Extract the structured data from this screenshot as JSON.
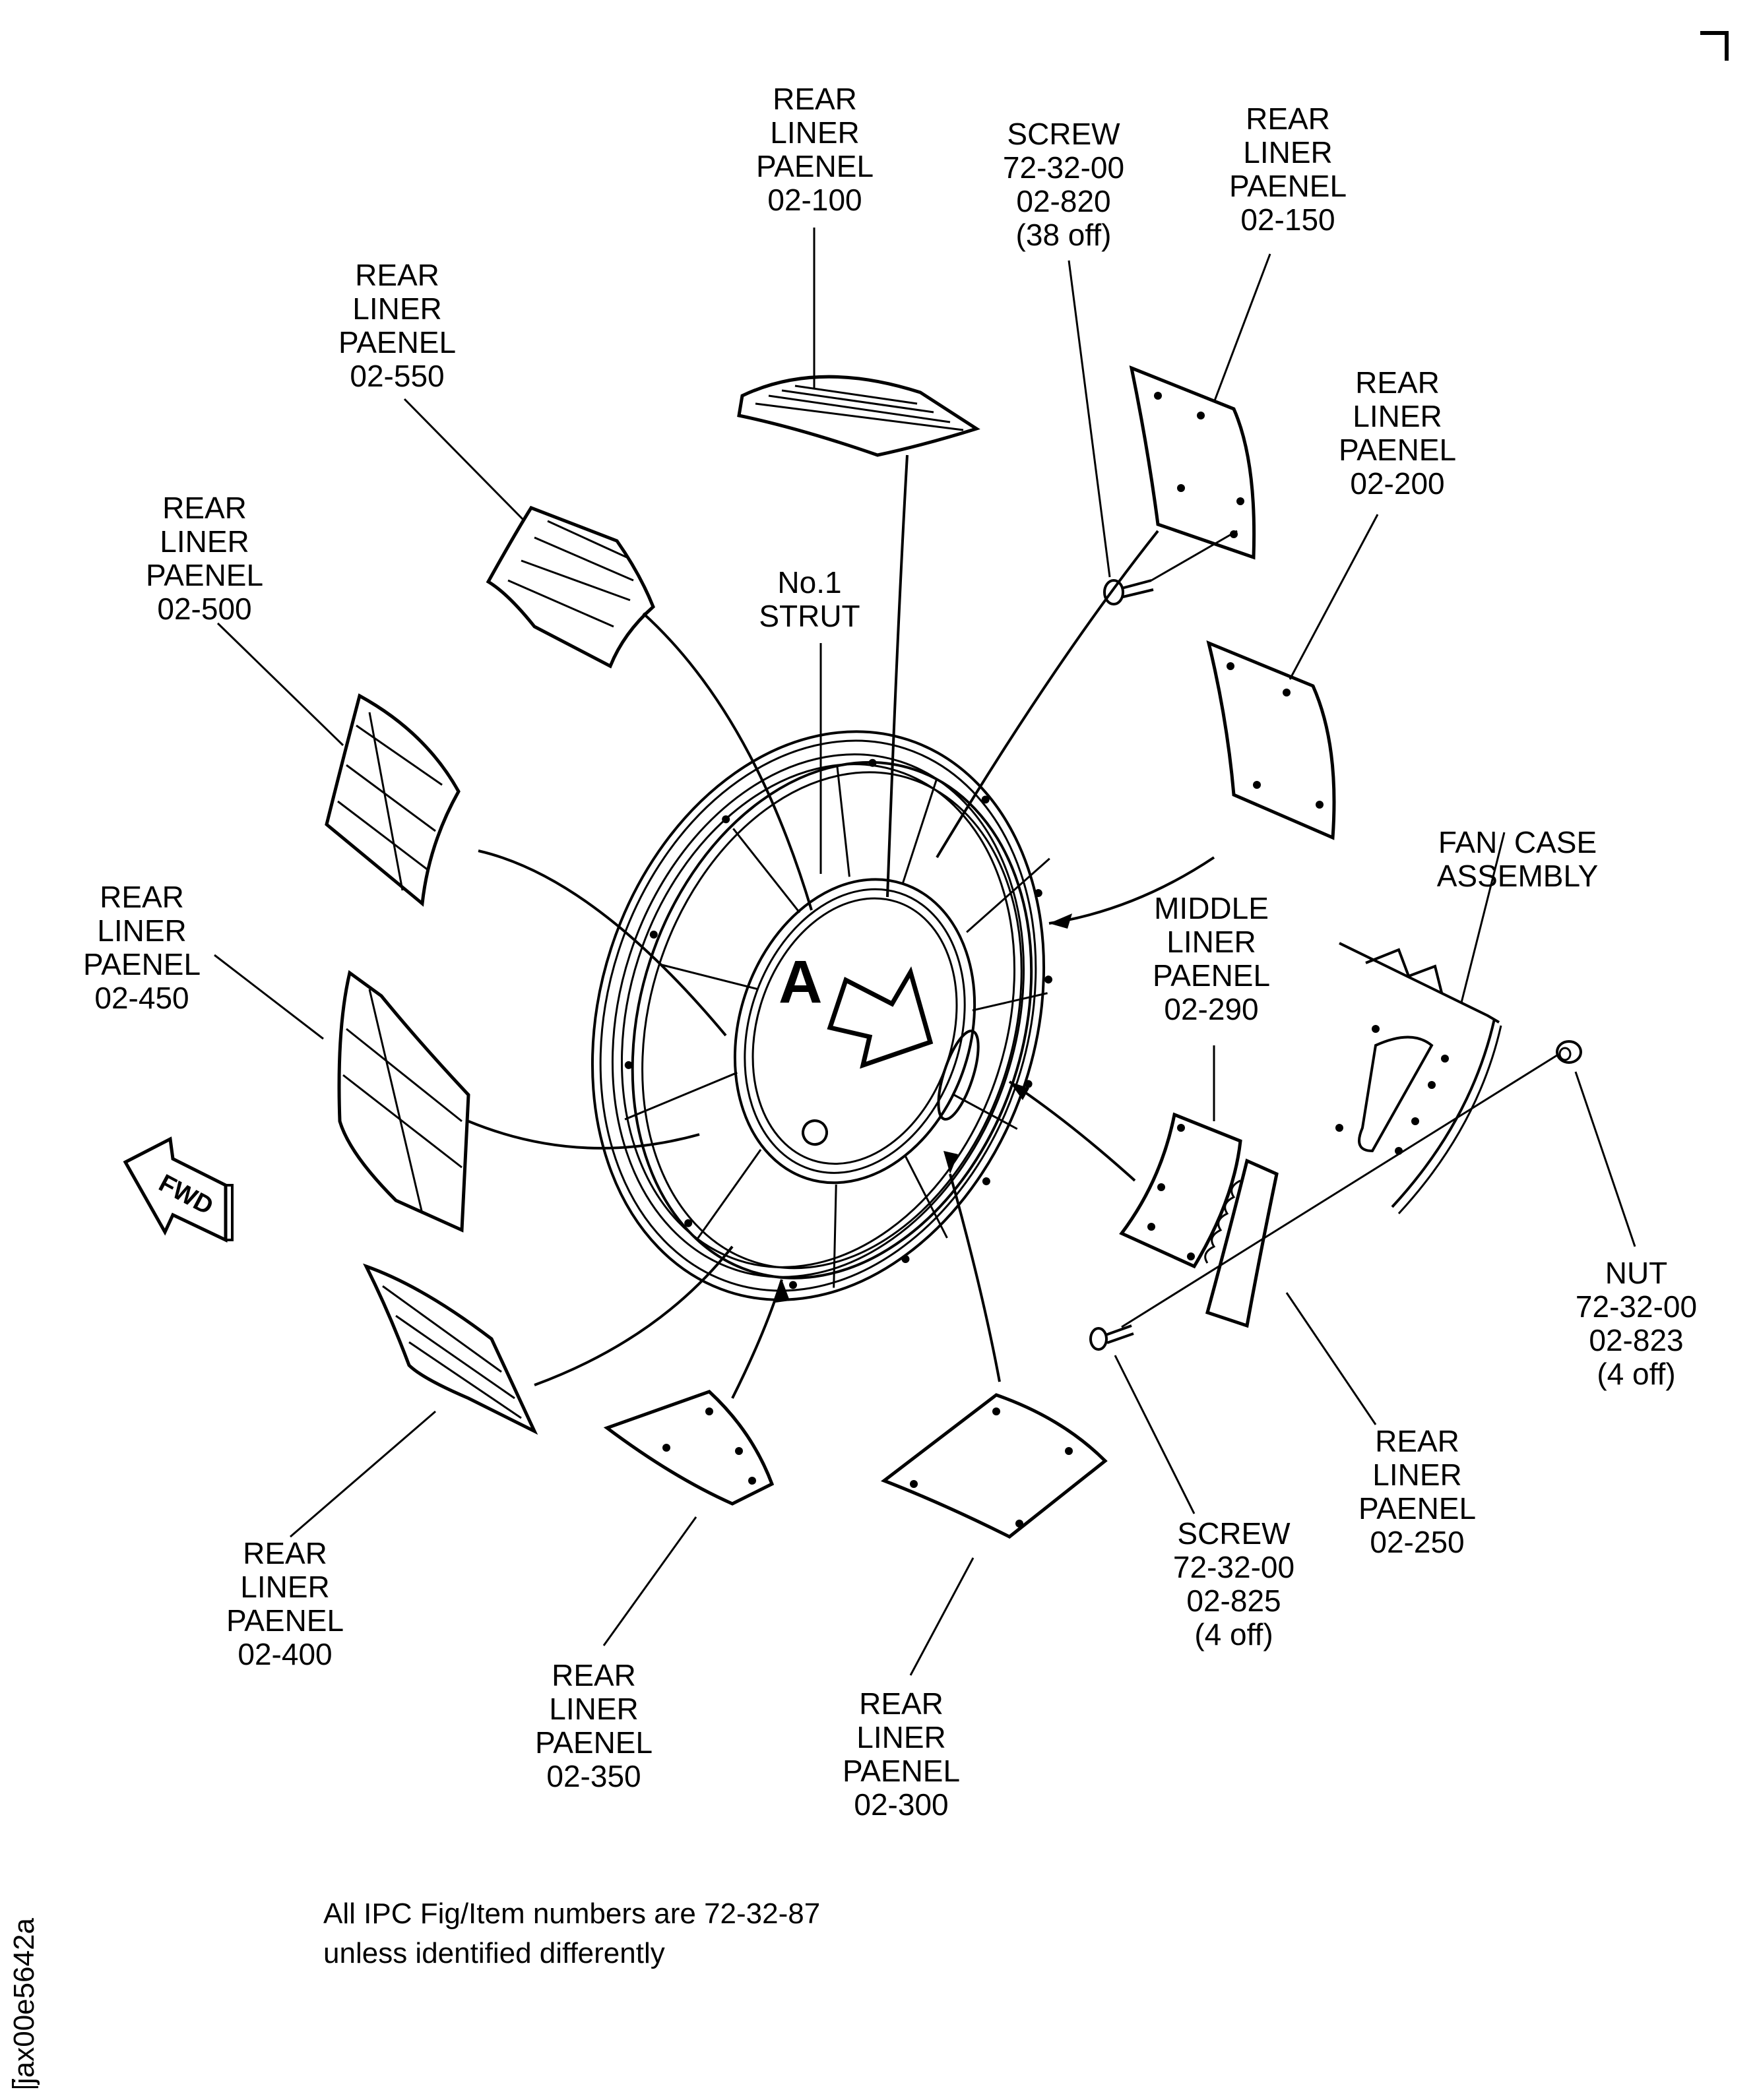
{
  "diagram": {
    "title_mark": "corner-registration-mark",
    "labels": {
      "p100": [
        "REAR",
        "LINER",
        "PAENEL",
        "02-100"
      ],
      "screw820": [
        "SCREW",
        "72-32-00",
        "02-820",
        "(38 off)"
      ],
      "p150": [
        "REAR",
        "LINER",
        "PAENEL",
        "02-150"
      ],
      "p550": [
        "REAR",
        "LINER",
        "PAENEL",
        "02-550"
      ],
      "p200": [
        "REAR",
        "LINER",
        "PAENEL",
        "02-200"
      ],
      "p500": [
        "REAR",
        "LINER",
        "PAENEL",
        "02-500"
      ],
      "strut": [
        "No.1",
        "STRUT"
      ],
      "fancase": [
        "FAN  CASE",
        "ASSEMBLY"
      ],
      "p450": [
        "REAR",
        "LINER",
        "PAENEL",
        "02-450"
      ],
      "p290": [
        "MIDDLE",
        "LINER",
        "PAENEL",
        "02-290"
      ],
      "nut823": [
        "NUT",
        "72-32-00",
        "02-823",
        "(4 off)"
      ],
      "p400": [
        "REAR",
        "LINER",
        "PAENEL",
        "02-400"
      ],
      "p250": [
        "REAR",
        "LINER",
        "PAENEL",
        "02-250"
      ],
      "screw825": [
        "SCREW",
        "72-32-00",
        "02-825",
        "(4 off)"
      ],
      "p350": [
        "REAR",
        "LINER",
        "PAENEL",
        "02-350"
      ],
      "p300": [
        "REAR",
        "LINER",
        "PAENEL",
        "02-300"
      ]
    },
    "view_marker": "A",
    "fwd_arrow": "FWD",
    "footnote": [
      "All IPC Fig/Item numbers are 72-32-87",
      "unless identified differently"
    ],
    "figure_code": "jax00e5642a"
  }
}
